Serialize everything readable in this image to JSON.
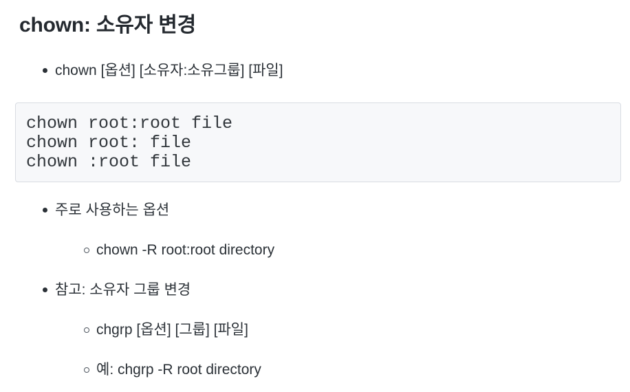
{
  "document": {
    "heading": "chown: 소유자 변경",
    "syntax_bullet": "chown [옵션] [소유자:소유그룹] [파일]",
    "code_block": {
      "lines": [
        "chown root:root file",
        "chown root: file",
        "chown :root file"
      ]
    },
    "options_section": {
      "label": "주로 사용하는 옵션",
      "example": "chown -R root:root directory"
    },
    "note_section": {
      "label": "참고: 소유자 그룹 변경",
      "syntax": "chgrp [옵션] [그룹] [파일]",
      "example": "예: chgrp -R root directory"
    }
  },
  "colors": {
    "page_background": "#ffffff",
    "heading_text": "#24292f",
    "body_text": "#2b3137",
    "code_text": "#32373c",
    "code_panel_background": "#f7f8fa",
    "code_panel_border": "#d8dce2"
  }
}
